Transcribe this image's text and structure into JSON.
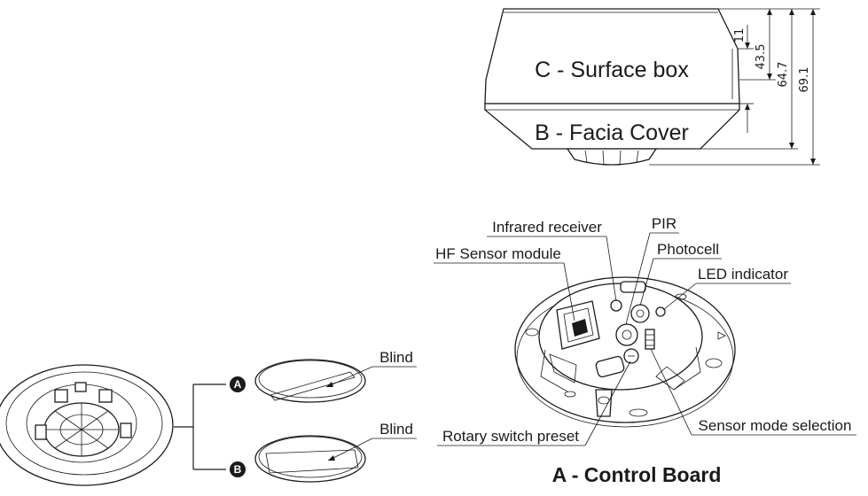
{
  "surface_box": {
    "label": "C - Surface box"
  },
  "facia_cover": {
    "label": "B - Facia Cover"
  },
  "dimensions": [
    "11",
    "43.5",
    "64.7",
    "69.1"
  ],
  "control_board": {
    "title": "A - Control Board",
    "callouts": {
      "infrared_receiver": "Infrared receiver",
      "pir": "PIR",
      "hf_sensor_module": "HF Sensor module",
      "photocell": "Photocell",
      "led_indicator": "LED indicator",
      "rotary_switch_preset": "Rotary switch preset",
      "sensor_mode_selection": "Sensor mode selection"
    }
  },
  "blinds": {
    "a": {
      "marker": "A",
      "label": "Blind"
    },
    "b": {
      "marker": "B",
      "label": "Blind"
    }
  }
}
